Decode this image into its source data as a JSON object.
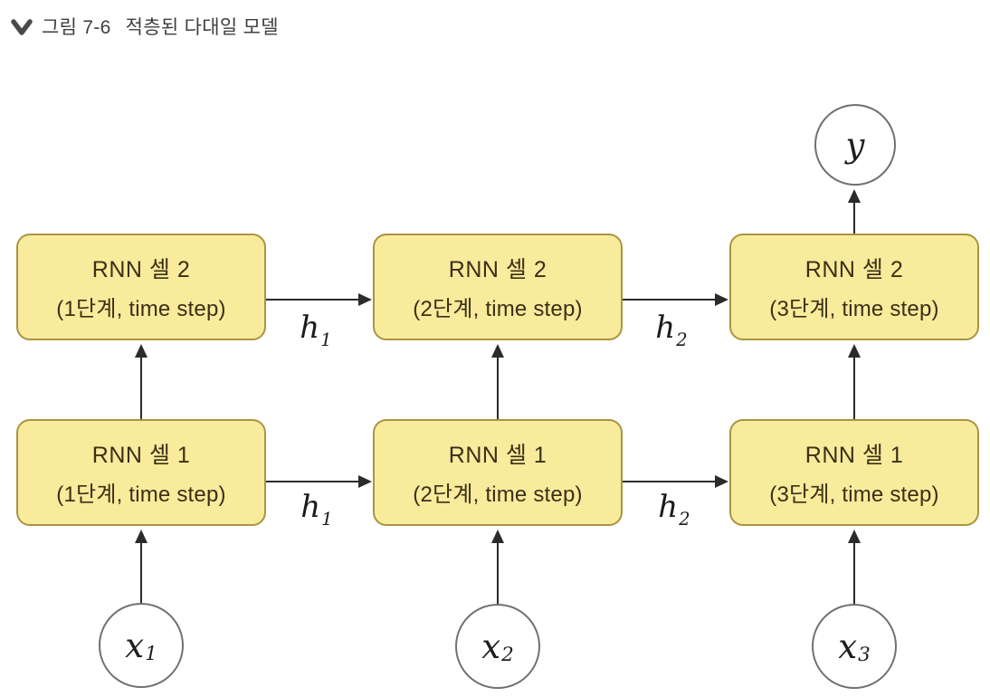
{
  "caption": {
    "figure_label": "그림 7-6",
    "title": "적층된 다대일 모델"
  },
  "colors": {
    "box_fill": "#f8eb9c",
    "box_border": "#ab9440",
    "box_text": "#3c2f15",
    "arrow": "#2b2b2b",
    "circle_border": "#707070",
    "caption_text": "#3e3e3e"
  },
  "boxes": [
    {
      "id": "rnn-cell2-step1",
      "line1": "RNN 셀 2",
      "line2": "(1단계, time step)"
    },
    {
      "id": "rnn-cell2-step2",
      "line1": "RNN 셀 2",
      "line2": "(2단계, time step)"
    },
    {
      "id": "rnn-cell2-step3",
      "line1": "RNN 셀 2",
      "line2": "(3단계, time step)"
    },
    {
      "id": "rnn-cell1-step1",
      "line1": "RNN 셀 1",
      "line2": "(1단계, time step)"
    },
    {
      "id": "rnn-cell1-step2",
      "line1": "RNN 셀 1",
      "line2": "(2단계, time step)"
    },
    {
      "id": "rnn-cell1-step3",
      "line1": "RNN 셀 1",
      "line2": "(3단계, time step)"
    }
  ],
  "circles": [
    {
      "id": "input-x1",
      "base": "x",
      "sub": "1"
    },
    {
      "id": "input-x2",
      "base": "x",
      "sub": "2"
    },
    {
      "id": "input-x3",
      "base": "x",
      "sub": "3"
    },
    {
      "id": "output-y",
      "base": "y",
      "sub": ""
    }
  ],
  "edge_labels": [
    {
      "id": "h1-top",
      "base": "h",
      "sub": "1"
    },
    {
      "id": "h2-top",
      "base": "h",
      "sub": "2"
    },
    {
      "id": "h1-bottom",
      "base": "h",
      "sub": "1"
    },
    {
      "id": "h2-bottom",
      "base": "h",
      "sub": "2"
    }
  ]
}
